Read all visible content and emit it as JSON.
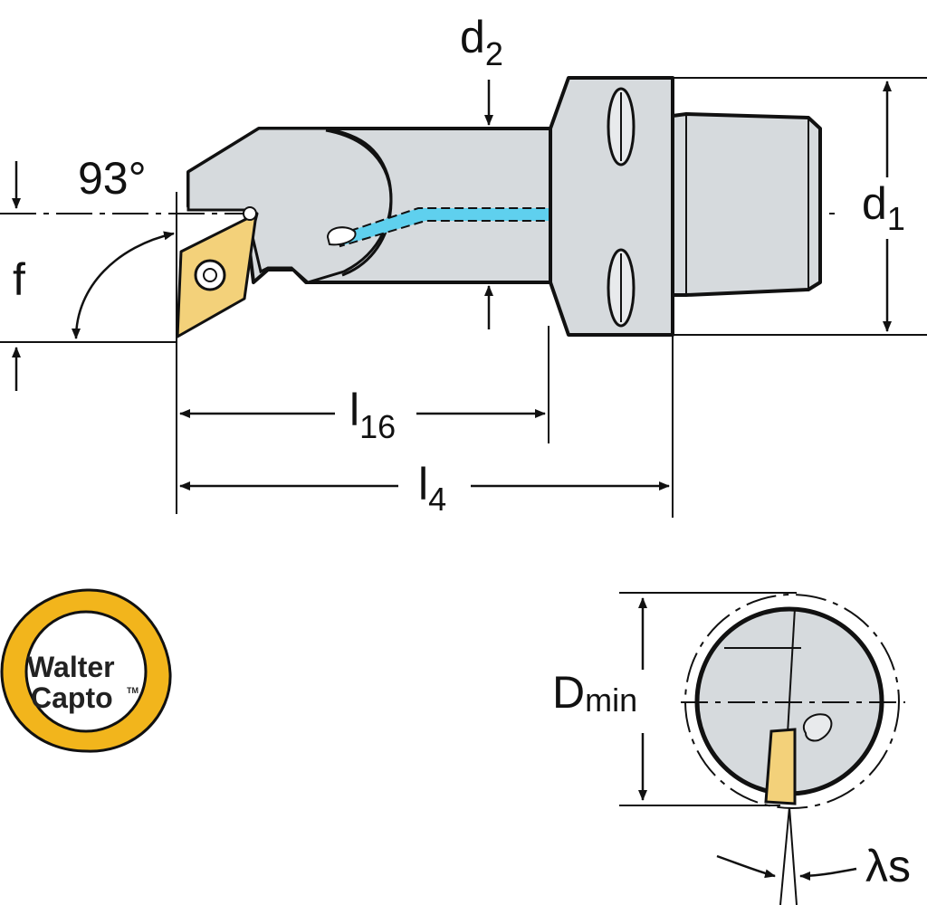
{
  "labels": {
    "angle": "93°",
    "f": "f",
    "d2_main": "d",
    "d2_sub": "2",
    "d1_main": "d",
    "d1_sub": "1",
    "l16_main": "l",
    "l16_sub": "16",
    "l4_main": "l",
    "l4_sub": "4",
    "dmin_main": "D",
    "dmin_sub": "min",
    "lambda": "λs"
  },
  "logo": {
    "line1": "Walter",
    "line2": "Capto",
    "tm": "TM"
  },
  "colors": {
    "body_fill": "#d6dadd",
    "outline": "#111111",
    "insert_fill": "#f3d17a",
    "coolant": "#5fd0ee",
    "logo_ring": "#f2b51c"
  }
}
